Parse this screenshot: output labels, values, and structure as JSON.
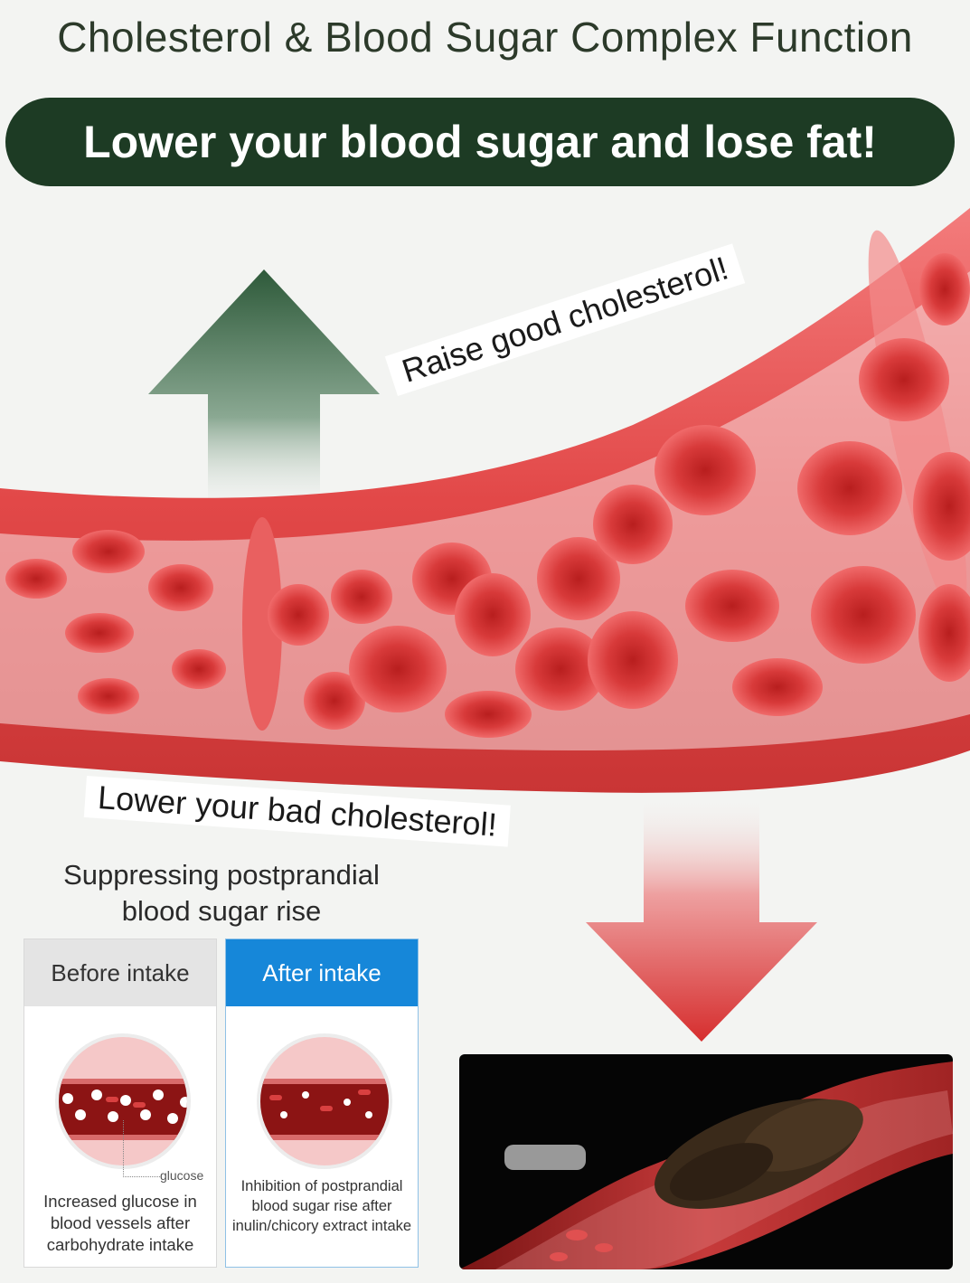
{
  "title": "Cholesterol & Blood Sugar Complex Function",
  "banner": "Lower your blood sugar and lose fat!",
  "vessel_labels": {
    "raise": "Raise good cholesterol!",
    "lower": "Lower your bad cholesterol!"
  },
  "sub_heading": "Suppressing postprandial blood sugar rise",
  "comparison": {
    "before": {
      "header": "Before intake",
      "callout": "glucose",
      "caption": "Increased glucose in blood vessels after carbohydrate intake"
    },
    "after": {
      "header": "After intake",
      "caption": "Inhibition of postprandial blood sugar rise after inulin/chicory extract intake"
    }
  },
  "colors": {
    "banner_bg": "#1d3b24",
    "after_header": "#1687d9",
    "vessel_red": "#e25050"
  },
  "icons": [
    "up-arrow-icon",
    "down-arrow-icon"
  ]
}
